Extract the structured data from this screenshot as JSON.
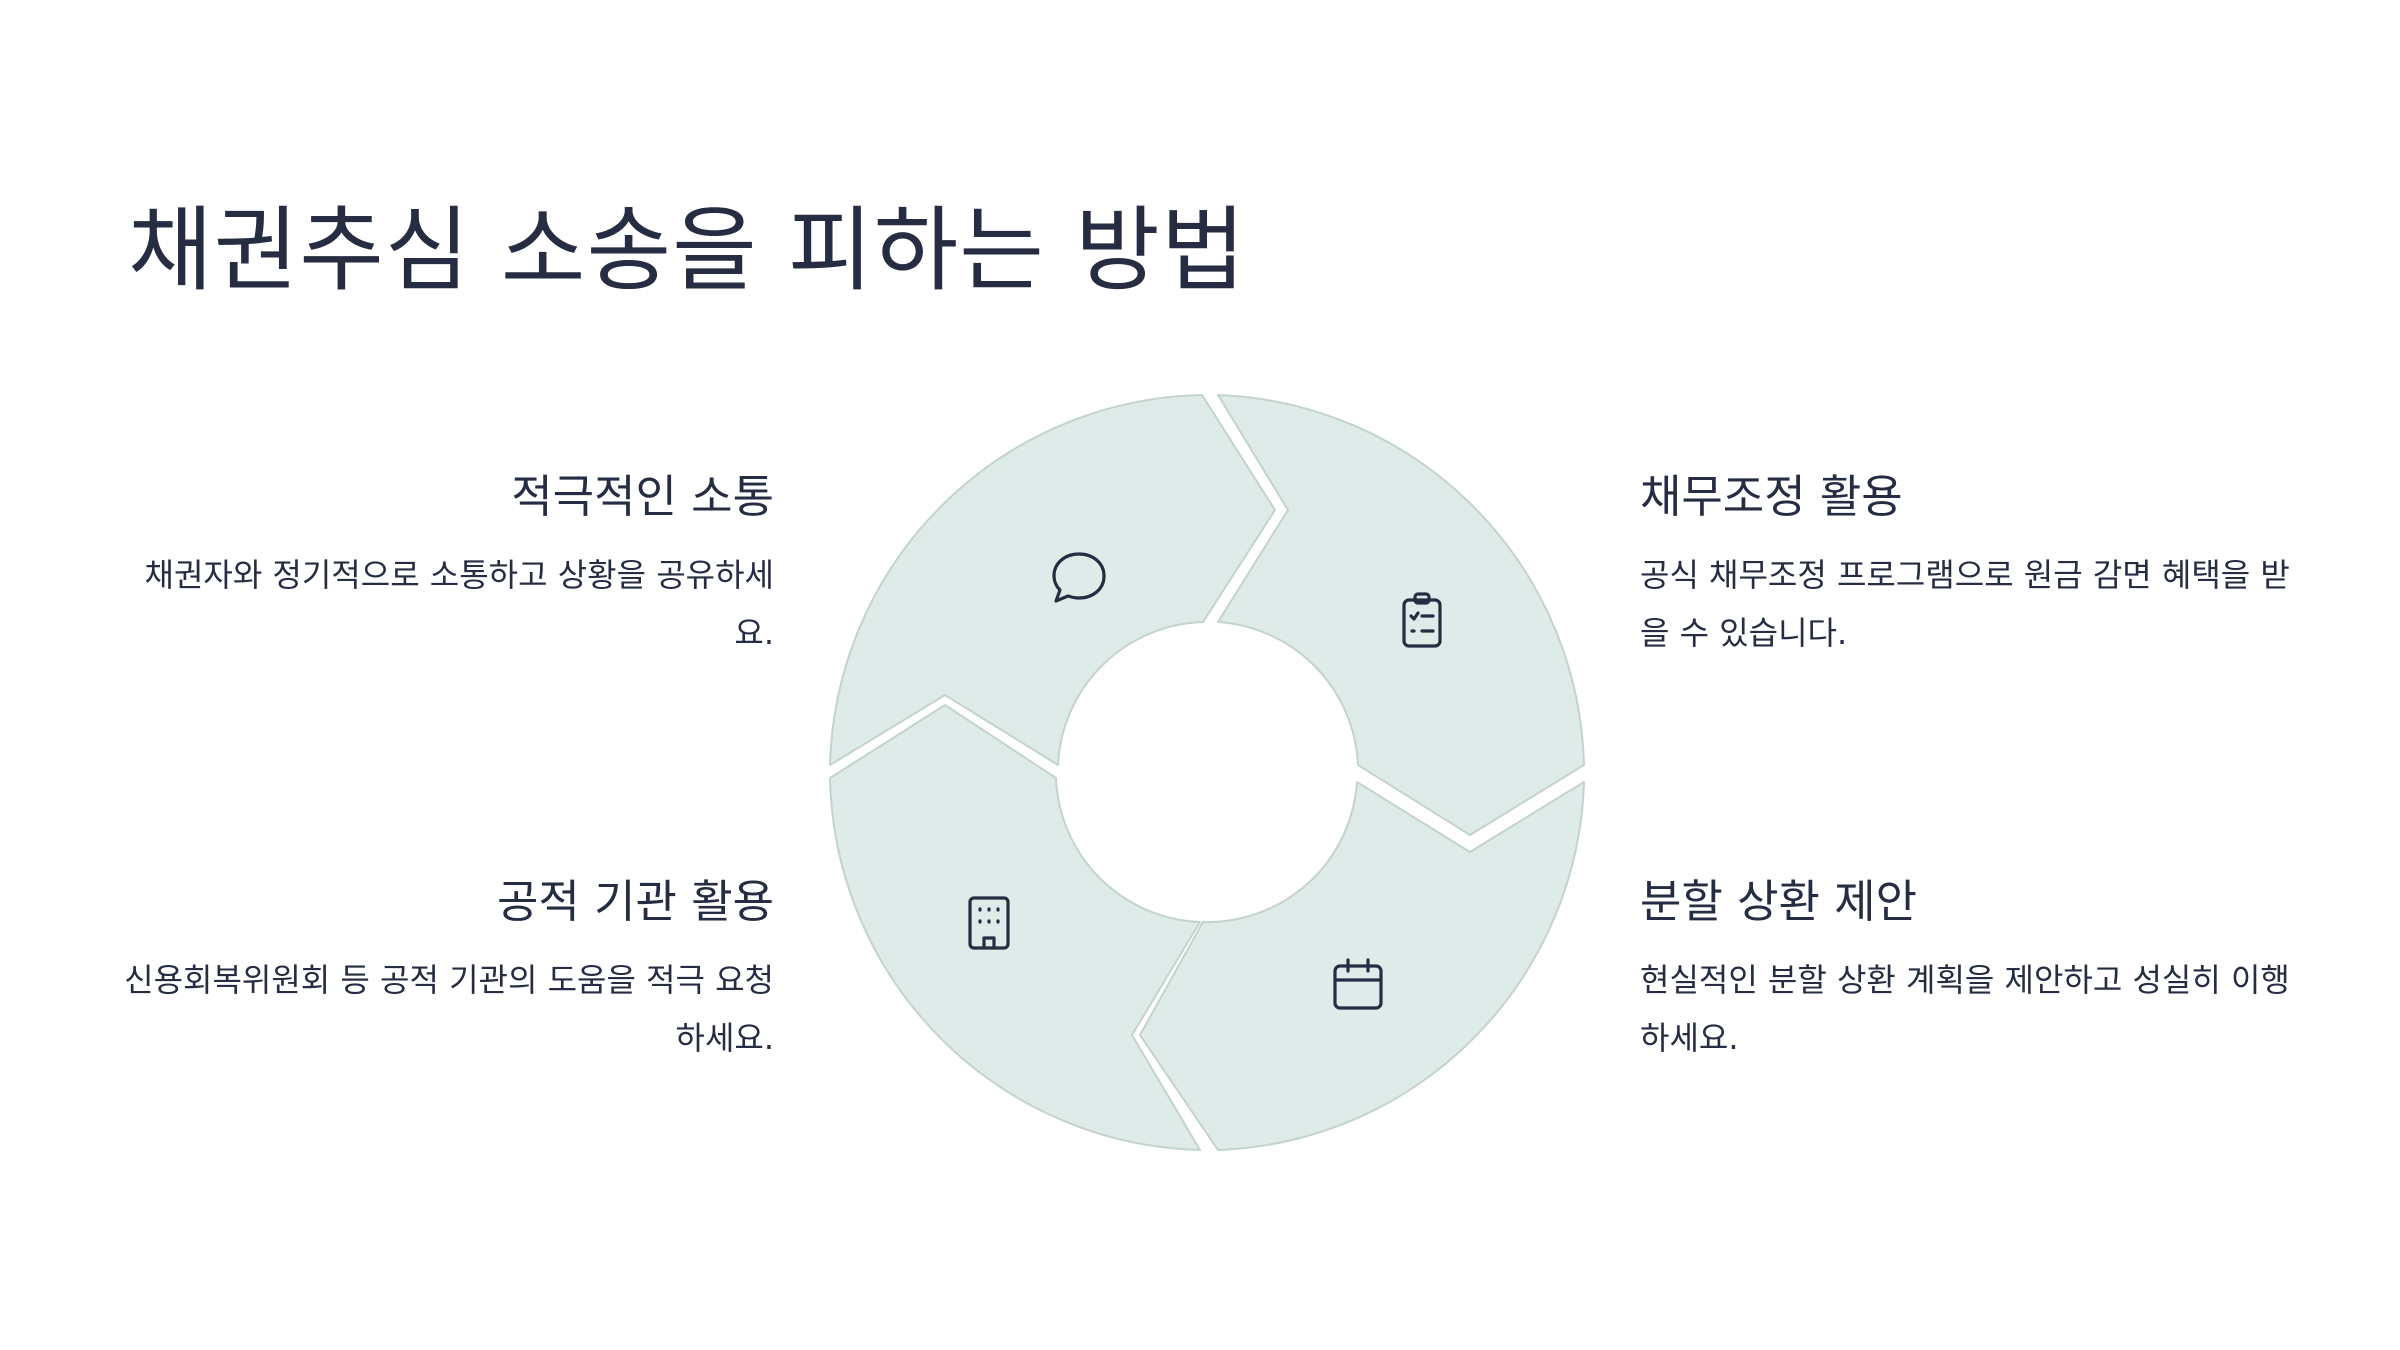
{
  "title": "채권추심 소송을 피하는 방법",
  "steps": [
    {
      "id": "communication",
      "title": "적극적인 소통",
      "description": "채권자와 정기적으로 소통하고 상황을 공유하세요.",
      "icon": "chat-bubble-icon"
    },
    {
      "id": "debt-adjustment",
      "title": "채무조정 활용",
      "description": "공식 채무조정 프로그램으로 원금 감면 혜택을 받을 수 있습니다.",
      "icon": "clipboard-list-icon"
    },
    {
      "id": "public-institution",
      "title": "공적 기관 활용",
      "description": "신용회복위원회 등 공적 기관의 도움을 적극 요청하세요.",
      "icon": "building-icon"
    },
    {
      "id": "installment",
      "title": "분할 상환 제안",
      "description": "현실적인 분할 상환 계획을 제안하고 성실히 이행하세요.",
      "icon": "calendar-icon"
    }
  ],
  "colors": {
    "segment_fill": "#dfebe8",
    "segment_stroke": "#c3d3cf",
    "text": "#262c42",
    "background": "#ffffff"
  }
}
